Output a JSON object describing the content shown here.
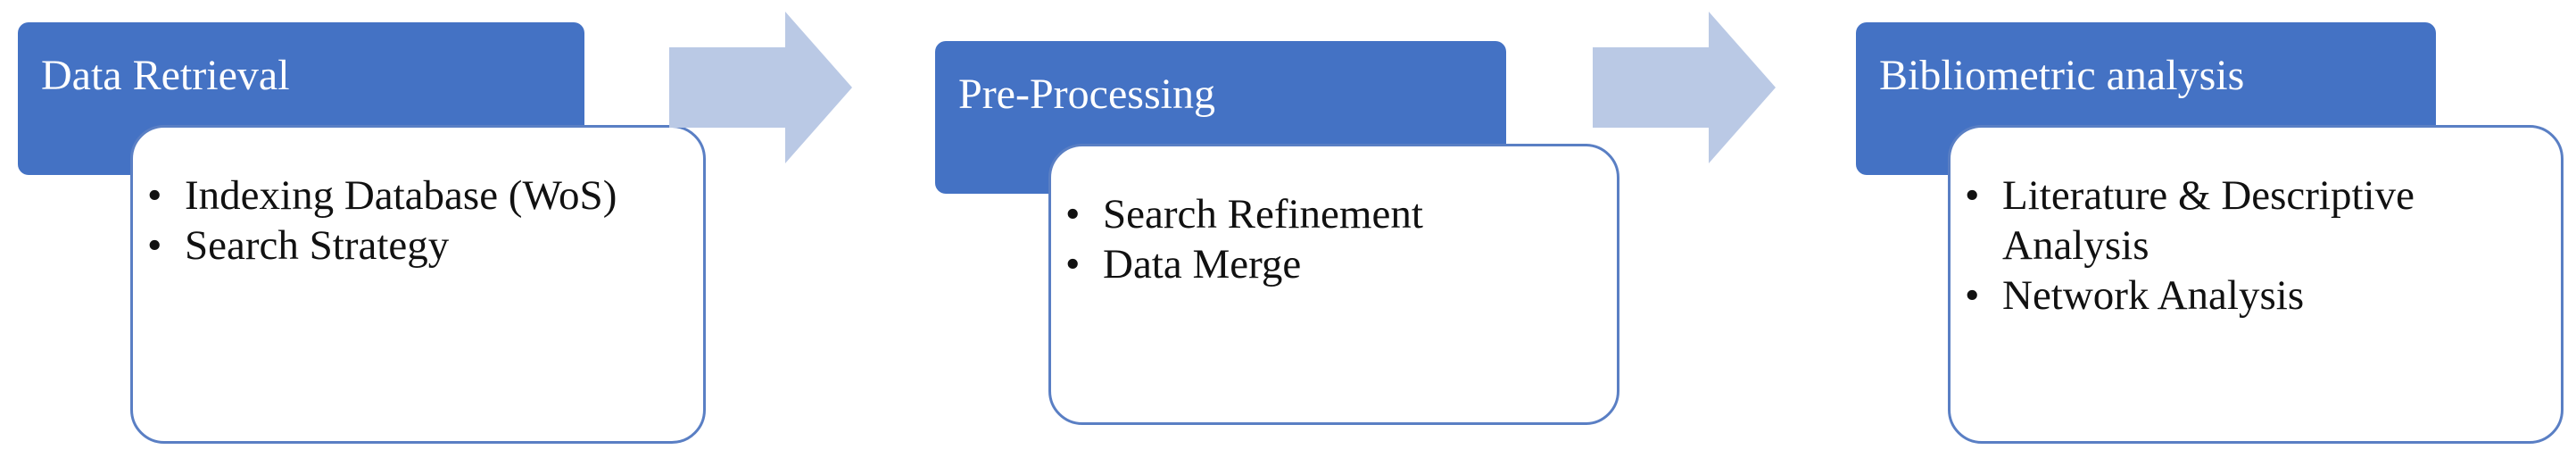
{
  "colors": {
    "header_fill": "#4472c4",
    "card_border": "#5a7fc4",
    "arrow_fill": "#bac9e5"
  },
  "stages": [
    {
      "title": "Data Retrieval",
      "items": [
        "Indexing Database (WoS)",
        "Search Strategy"
      ]
    },
    {
      "title": "Pre-Processing",
      "items": [
        "Search Refinement",
        "Data Merge"
      ]
    },
    {
      "title": "Bibliometric analysis",
      "items": [
        "Literature & Descriptive Analysis",
        "Network Analysis"
      ]
    }
  ]
}
